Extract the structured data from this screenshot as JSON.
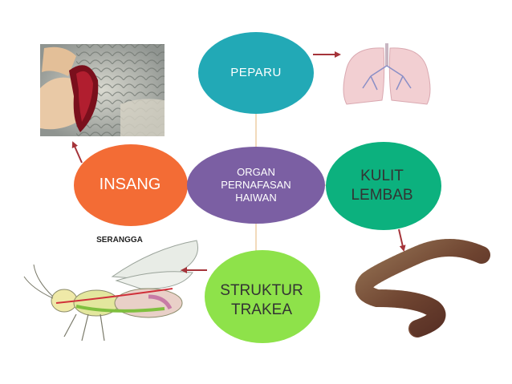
{
  "center": {
    "text": "ORGAN\nPERNAFASAN\nHAIWAN",
    "color": "#7b5fa3"
  },
  "nodes": {
    "top": {
      "text": "PEPARU",
      "color": "#22a9b6"
    },
    "left": {
      "text": "INSANG",
      "color": "#f36c35"
    },
    "right": {
      "text": "KULIT\nLEMBAB",
      "color": "#0cb17e"
    },
    "bottom": {
      "text": "STRUKTUR\nTRAKEA",
      "color": "#8ee24a"
    }
  },
  "images": {
    "insect": {
      "title": "SERANGGA"
    }
  },
  "colors": {
    "arrow": "#a5343a",
    "connector": "#e8c28e"
  }
}
